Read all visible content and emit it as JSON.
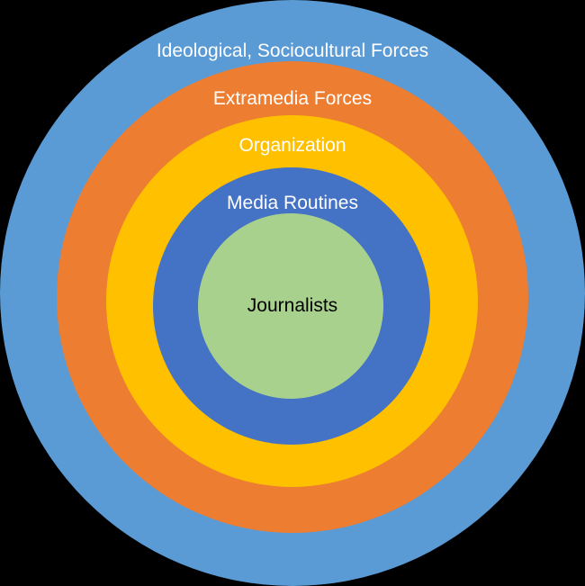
{
  "layers": [
    {
      "label": "Ideological, Sociocultural Forces",
      "color": "#5B9BD5",
      "text_color": "#FFFFFF"
    },
    {
      "label": "Extramedia Forces",
      "color": "#ED7D31",
      "text_color": "#FFFFFF"
    },
    {
      "label": "Organization",
      "color": "#FFC000",
      "text_color": "#FFFFFF"
    },
    {
      "label": "Media Routines",
      "color": "#4472C4",
      "text_color": "#FFFFFF"
    },
    {
      "label": "Journalists",
      "color": "#A9D18E",
      "text_color": "#000000"
    }
  ]
}
